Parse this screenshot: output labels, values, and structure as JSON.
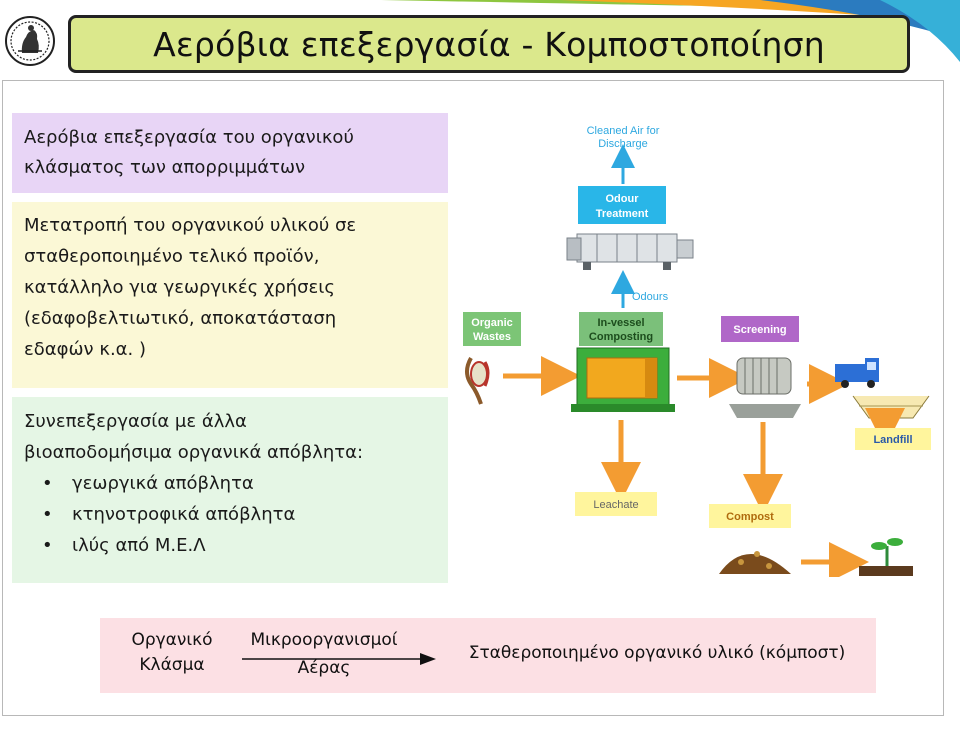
{
  "title": "Αερόβια επεξεργασία - Κομποστοποίηση",
  "panel_aerobic": {
    "line1": "Αερόβια επεξεργασία του οργανικού",
    "line2": "κλάσματος των απορριμμάτων"
  },
  "panel_conversion": {
    "line1": "Μετατροπή του οργανικού υλικού σε",
    "line2": "σταθεροποιημένο τελικό προϊόν,",
    "line3": "κατάλληλο για γεωργικές χρήσεις",
    "line4": "(εδαφοβελτιωτικό, αποκατάσταση",
    "line5": "εδαφών κ.α. )"
  },
  "panel_cotreatment": {
    "line1": "Συνεπεξεργασία με άλλα",
    "line2": "βιοαποδομήσιμα οργανικά απόβλητα:",
    "items": [
      "γεωργικά απόβλητα",
      "κτηνοτροφικά απόβλητα",
      "ιλύς από Μ.Ε.Λ"
    ]
  },
  "process_diagram": {
    "cleaned_air_1": "Cleaned Air for",
    "cleaned_air_2": "Discharge",
    "odour_treatment_1": "Odour",
    "odour_treatment_2": "Treatment",
    "odours": "Odours",
    "organic_wastes_1": "Organic",
    "organic_wastes_2": "Wastes",
    "invessel_1": "In-vessel",
    "invessel_2": "Composting",
    "screening": "Screening",
    "landfill": "Landfill",
    "leachate": "Leachate",
    "compost": "Compost"
  },
  "flow": {
    "input_1": "Οργανικό",
    "input_2": "Κλάσμα",
    "arrow_top": "Μικροοργανισμοί",
    "arrow_bottom": "Αέρας",
    "output": "Σταθεροποιημένο οργανικό υλικό (κόμποστ)"
  },
  "colors": {
    "title_bg": "#dbe88c",
    "panel1_bg": "#e8d5f6",
    "panel2_bg": "#fbf8d6",
    "panel3_bg": "#e5f6e5",
    "flow_bg": "#fce0e4",
    "diagram_label_blue": "#29a6e0",
    "diagram_label_green": "#2e8b3a",
    "diagram_label_purple": "#9b59b6",
    "diagram_label_yellow": "#fff176"
  }
}
